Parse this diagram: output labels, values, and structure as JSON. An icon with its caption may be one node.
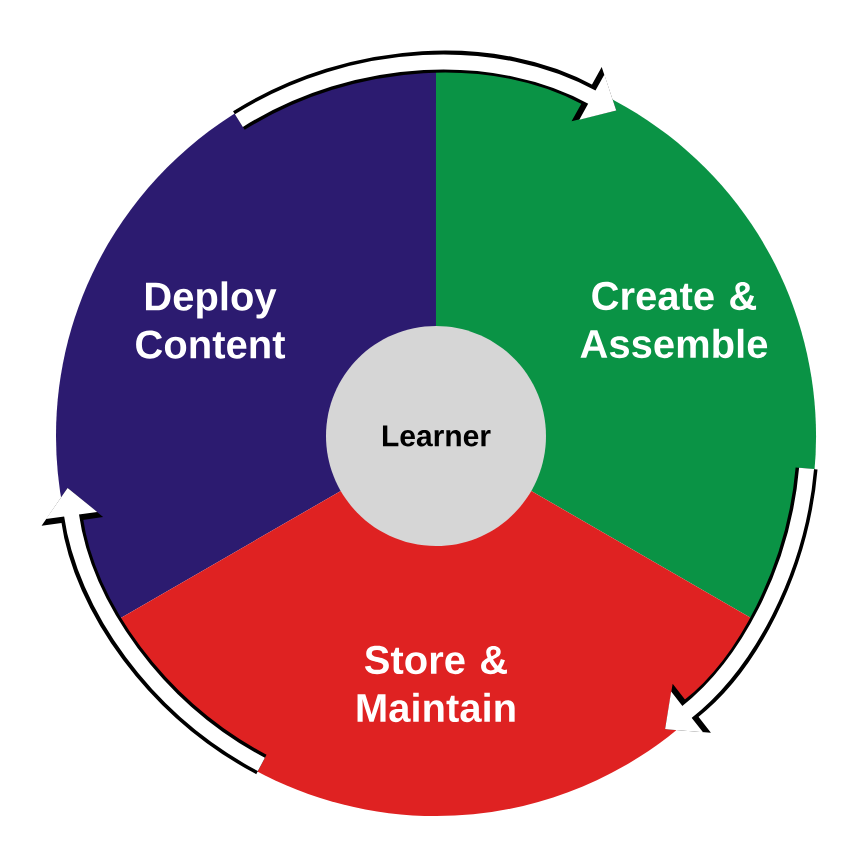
{
  "diagram": {
    "nodes": [
      {
        "text": [
          "Deploy Content"
        ]
      },
      {
        "text": [
          "Create & Assemble"
        ]
      },
      {
        "text": [
          "Store & Maintain"
        ]
      },
      {
        "text": [
          "Learner"
        ]
      }
    ],
    "edges": [
      {
        "from": 0,
        "to": 1,
        "arrow": "to"
      },
      {
        "from": 1,
        "to": 2,
        "arrow": "to"
      },
      {
        "from": 2,
        "to": 0,
        "arrow": "to"
      }
    ]
  }
}
